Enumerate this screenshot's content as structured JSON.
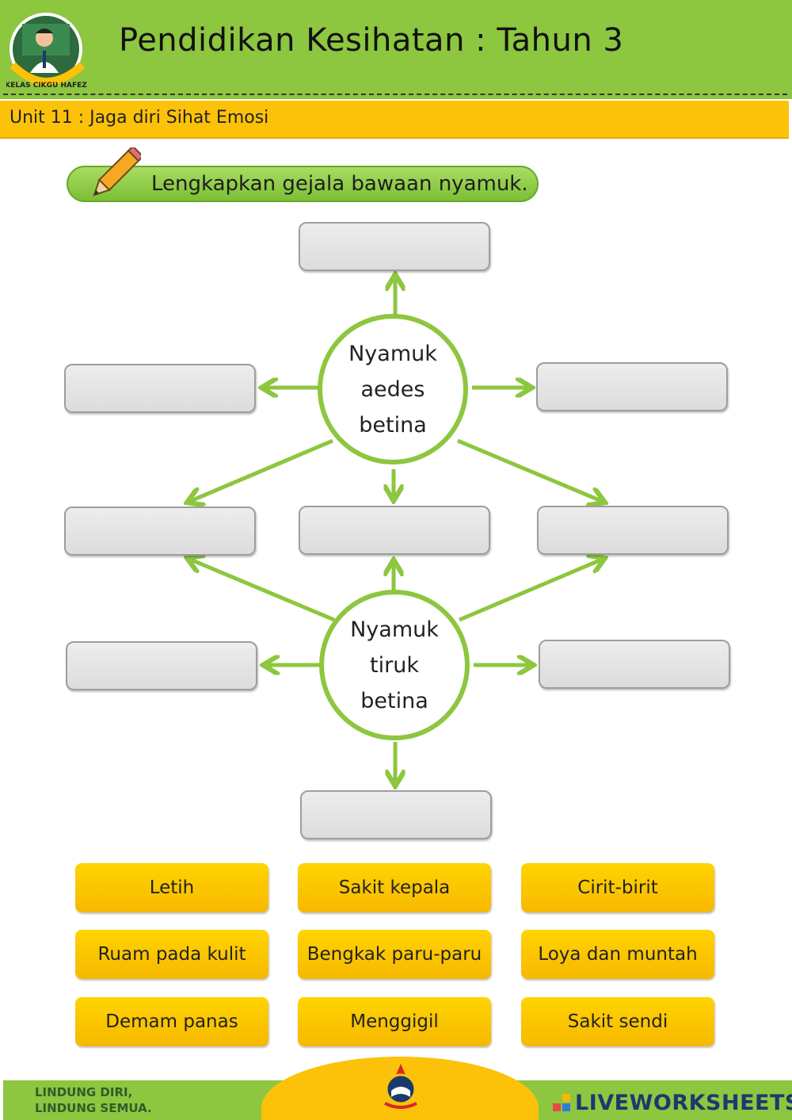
{
  "header": {
    "title": "Pendidikan Kesihatan : Tahun 3",
    "logo_text": "KELAS CIKGU HAFEZ"
  },
  "unit": {
    "label": "Unit 11 : Jaga diri Sihat Emosi"
  },
  "instruction": {
    "text": "Lengkapkan gejala bawaan nyamuk."
  },
  "hubs": [
    {
      "id": "aedes",
      "lines": [
        "Nyamuk",
        "aedes",
        "betina"
      ]
    },
    {
      "id": "tiruk",
      "lines": [
        "Nyamuk",
        "tiruk",
        "betina"
      ]
    }
  ],
  "drop_boxes": [
    {
      "id": "top",
      "value": ""
    },
    {
      "id": "aedes-left",
      "value": ""
    },
    {
      "id": "aedes-right",
      "value": ""
    },
    {
      "id": "shared-left",
      "value": ""
    },
    {
      "id": "shared-center",
      "value": ""
    },
    {
      "id": "shared-right",
      "value": ""
    },
    {
      "id": "tiruk-left",
      "value": ""
    },
    {
      "id": "tiruk-right",
      "value": ""
    },
    {
      "id": "bottom",
      "value": ""
    }
  ],
  "options": [
    "Letih",
    "Sakit kepala",
    "Cirit-birit",
    "Ruam pada kulit",
    "Bengkak paru-paru",
    "Loya dan muntah",
    "Demam panas",
    "Menggigil",
    "Sakit sendi"
  ],
  "footer": {
    "slogan_line1": "LINDUNG DIRI,",
    "slogan_line2": "LINDUNG SEMUA.",
    "brand": "LIVEWORKSHEETS"
  },
  "colors": {
    "header_green": "#8dc63f",
    "unit_yellow": "#fcc20a",
    "option_yellow": "#ffc700",
    "arrow_green": "#8dc63f",
    "box_grey": "#e4e4e4"
  },
  "icons": [
    "teacher-logo",
    "pencil-icon",
    "emblem-icon",
    "liveworksheets-icon"
  ]
}
